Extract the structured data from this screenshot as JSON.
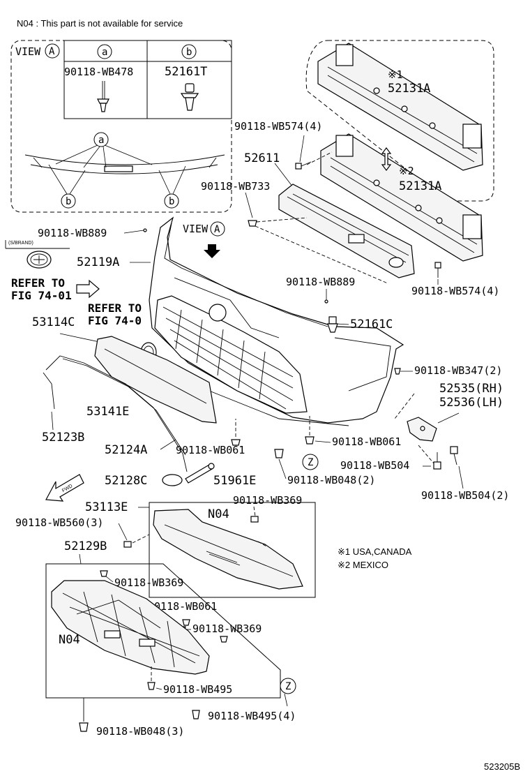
{
  "header_note": "N04 : This part is not available for service",
  "footer_code": "523205B",
  "view_a": {
    "title": "VIEW",
    "circle_letter": "A",
    "col_a": "a",
    "col_b": "b",
    "part_a": "90118-WB478",
    "part_b": "52161T",
    "callout_a": "a",
    "callout_b1": "b",
    "callout_b2": "b"
  },
  "labels": {
    "p52131A_1_mark": "※1",
    "p52131A_1": "52131A",
    "p52131A_2_mark": "※2",
    "p52131A_2": "52131A",
    "p90118WB574_top": "90118-WB574(4)",
    "p52611": "52611",
    "p90118WB733": "90118-WB733",
    "p90118WB889_left": "90118-WB889",
    "view_a_arrow": "VIEW",
    "view_a_arrow_letter": "A",
    "emblem_tag": "(S/BRAND)",
    "p52119A": "52119A",
    "refer1_a": "REFER TO",
    "refer1_b": "FIG 74-01",
    "refer2_a": "REFER TO",
    "refer2_b": "FIG 74-0",
    "p53114C": "53114C",
    "p90118WB889_right": "90118-WB889",
    "p90118WB574_right": "90118-WB574(4)",
    "p52161C": "52161C",
    "p90118WB347": "90118-WB347(2)",
    "p52535": "52535(RH)",
    "p52536": "52536(LH)",
    "p53141E": "53141E",
    "p52123B": "52123B",
    "p52124A": "52124A",
    "p90118WB061_a": "90118-WB061",
    "p90118WB061_b": "90118-WB061",
    "z_letter_1": "Z",
    "p90118WB504_a": "90118-WB504",
    "p90118WB504_b": "90118-WB504(2)",
    "p90118WB048_2": "90118-WB048(2)",
    "p52128C": "52128C",
    "p51961E": "51961E",
    "fwd": "FWD",
    "p53113E": "53113E",
    "p90118WB369_a": "90118-WB369",
    "n04_a": "N04",
    "p90118WB560": "90118-WB560(3)",
    "p52129B": "52129B",
    "p90118WB369_b": "90118-WB369",
    "p90118WB061_c": "90118-WB061",
    "p90118WB369_c": "90118-WB369",
    "n04_b": "N04",
    "p90118WB495_a": "90118-WB495",
    "z_letter_2": "Z",
    "p90118WB495_b": "90118-WB495(4)",
    "p90118WB048_3": "90118-WB048(3)",
    "note1": "※1 USA,CANADA",
    "note2": "※2 MEXICO"
  }
}
